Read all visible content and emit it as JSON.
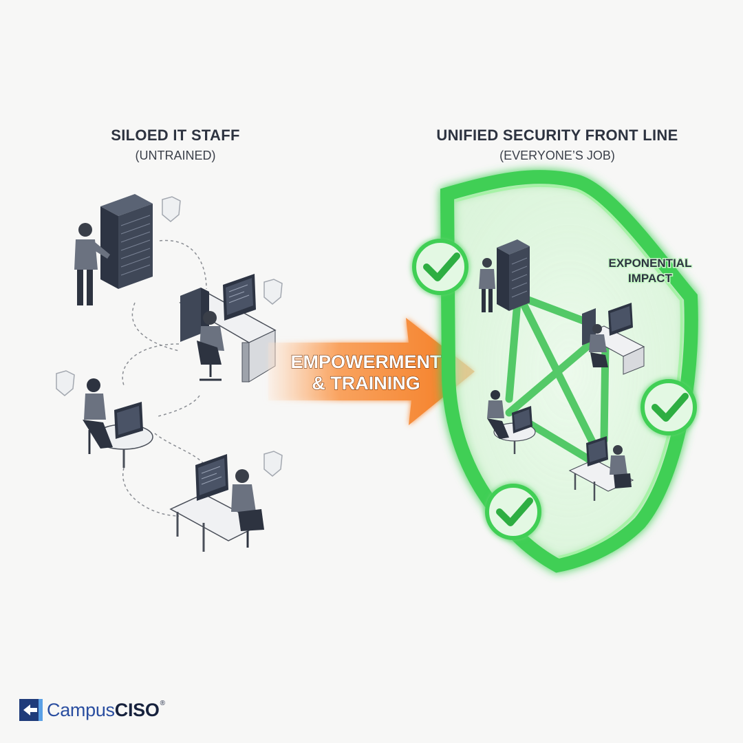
{
  "left_group": {
    "title": "SILOED IT STAFF",
    "subtitle": "(UNTRAINED)"
  },
  "right_group": {
    "title": "UNIFIED SECURITY FRONT LINE",
    "subtitle": "(EVERYONE’S JOB)"
  },
  "arrow": {
    "line1": "EMPOWERMENT",
    "line2": "& TRAINING"
  },
  "shield_label": {
    "line1": "EXPONENTIAL",
    "line2": "IMPACT"
  },
  "logo": {
    "brand_part1": "Campus",
    "brand_part2": "CISO",
    "registered": "®"
  },
  "colors": {
    "shield_green": "#39b54a",
    "glow_green": "#8ef08e",
    "arrow_orange": "#f6882e",
    "dark_text": "#2d3340",
    "logo_blue": "#2a4ea0"
  }
}
